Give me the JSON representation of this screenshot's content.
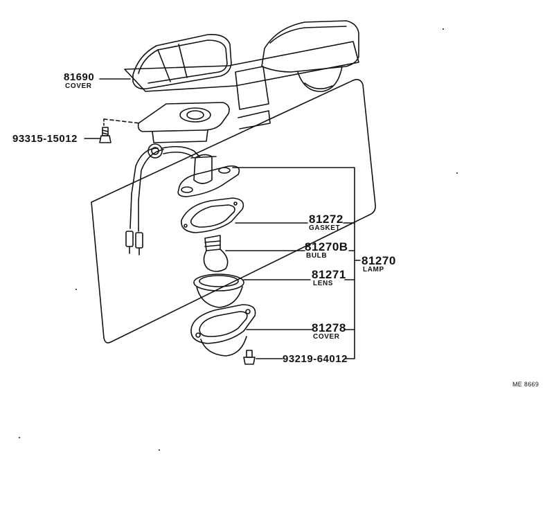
{
  "parts": [
    {
      "id": "cover_top",
      "number": "81690",
      "name": "COVER"
    },
    {
      "id": "screw_top",
      "number": "93315-15012"
    },
    {
      "id": "gasket",
      "number": "81272",
      "name": "GASKET"
    },
    {
      "id": "bulb",
      "number": "81270B",
      "name": "BULB"
    },
    {
      "id": "lamp",
      "number": "81270",
      "name": "LAMP"
    },
    {
      "id": "lens",
      "number": "81271",
      "name": "LENS"
    },
    {
      "id": "cover_bottom",
      "number": "81278",
      "name": "COVER"
    },
    {
      "id": "screw_bottom",
      "number": "93219-64012"
    }
  ],
  "drawing_code": "ME 8669",
  "colors": {
    "ink": "#111111",
    "paper": "#ffffff"
  }
}
